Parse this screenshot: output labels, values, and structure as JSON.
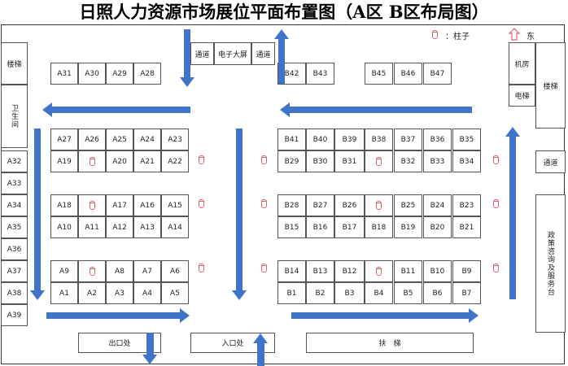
{
  "title": "日照人力资源市场展位平面布置图（A区 B区布局图）",
  "legend": {
    "pillar_label": "：柱子",
    "east_label": "东"
  },
  "colors": {
    "arrow": "#3f74c9",
    "pillar": "#d9666e",
    "border": "#555555"
  },
  "top_center": {
    "passage_left": "通道",
    "screen": "电子大屏",
    "passage_right": "通道"
  },
  "left_side": {
    "stairs": "楼梯",
    "restroom": "卫生间"
  },
  "right_side": {
    "machine_room": "机房",
    "elevator": "电梯",
    "stairs": "楼梯",
    "passage": "通道",
    "service_desk": "政策咨询及服务台"
  },
  "bottom": {
    "exit": "出口处",
    "entrance": "入口处",
    "escalator": "扶　梯"
  },
  "a_left_column": [
    "A32",
    "A33",
    "A34",
    "A35",
    "A36",
    "A37",
    "A38",
    "A39"
  ],
  "a_top_row": [
    "A31",
    "A30",
    "A29",
    "A28"
  ],
  "a_rows": [
    [
      "A27",
      "A26",
      "A25",
      "A24",
      "A23"
    ],
    [
      "A19",
      "",
      "A20",
      "A21",
      "A22"
    ],
    [
      "A18",
      "",
      "A17",
      "A16",
      "A15"
    ],
    [
      "A10",
      "A11",
      "A12",
      "A13",
      "A14"
    ],
    [
      "A9",
      "",
      "A8",
      "A7",
      "A6"
    ],
    [
      "A1",
      "A2",
      "A3",
      "A4",
      "A5"
    ]
  ],
  "b_top_row": [
    "B42",
    "B43",
    "",
    "B45",
    "B46",
    "B47"
  ],
  "b_rows": [
    [
      "B41",
      "B40",
      "B39",
      "B38",
      "B37",
      "B36",
      "B35"
    ],
    [
      "B29",
      "B30",
      "B31",
      "",
      "B32",
      "B33",
      "B34"
    ],
    [
      "B28",
      "B27",
      "B26",
      "",
      "B25",
      "B24",
      "B23"
    ],
    [
      "B15",
      "B16",
      "B17",
      "B18",
      "B19",
      "B20",
      "B21"
    ],
    [
      "B14",
      "B13",
      "B12",
      "",
      "B11",
      "B10",
      "B9"
    ],
    [
      "B1",
      "B2",
      "B3",
      "B4",
      "B5",
      "B6",
      "B7"
    ]
  ]
}
